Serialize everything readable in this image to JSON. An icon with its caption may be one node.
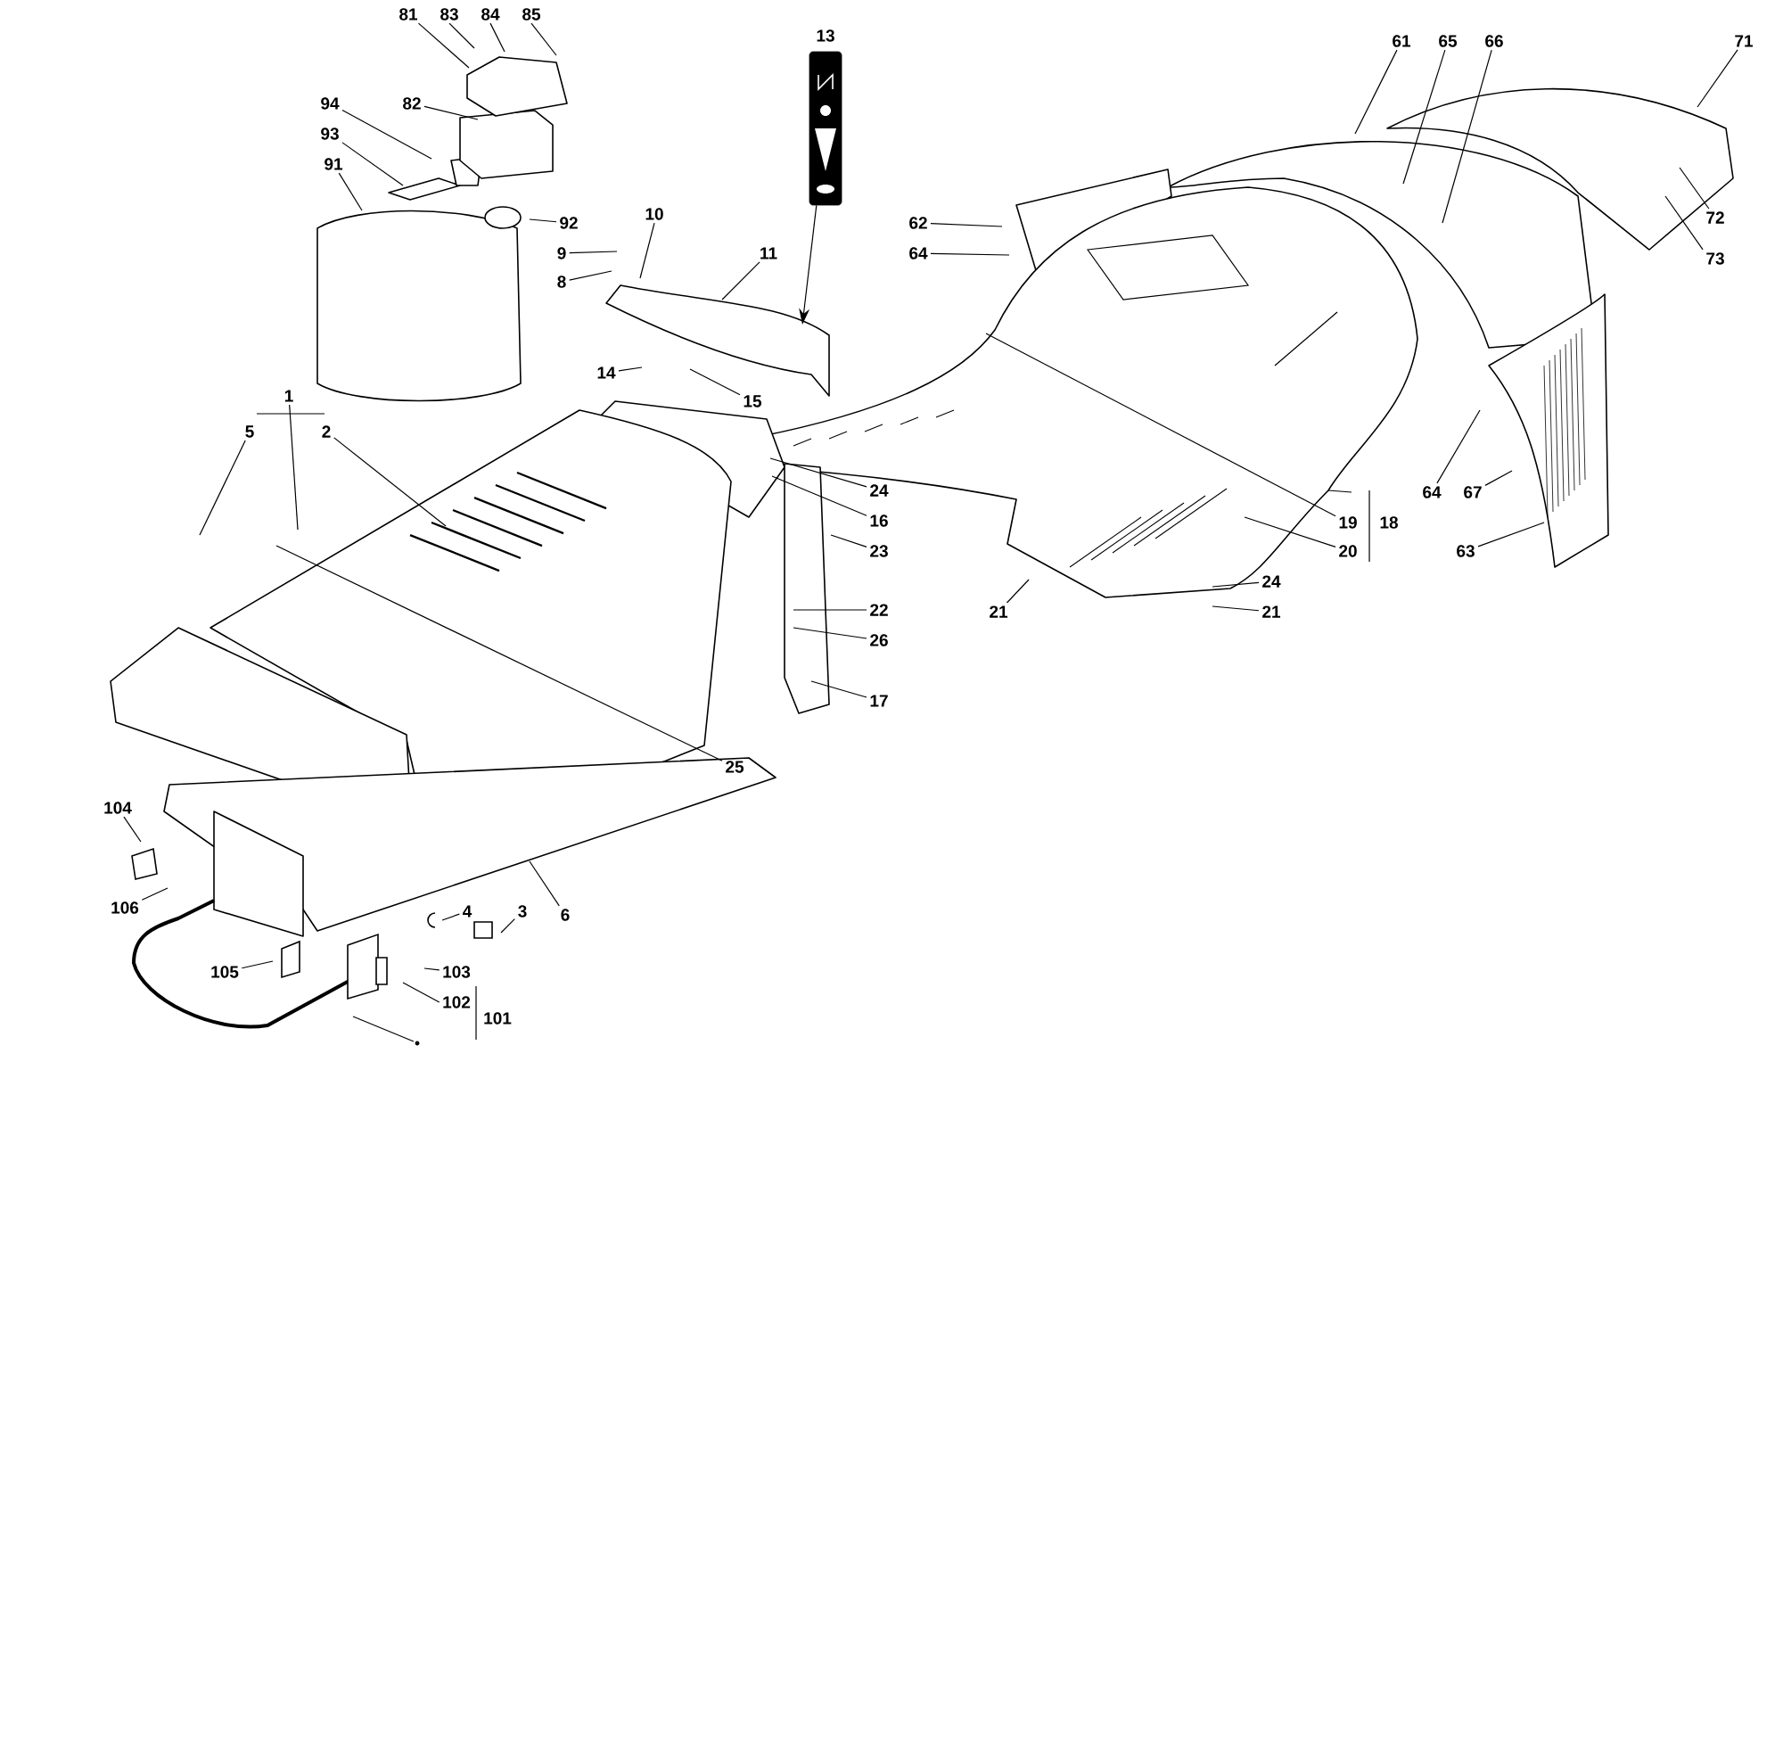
{
  "diagram": {
    "nodes": [
      {
        "text": [
          "81"
        ]
      },
      {
        "text": [
          "83"
        ]
      },
      {
        "text": [
          "84"
        ]
      },
      {
        "text": [
          "85"
        ]
      },
      {
        "text": [
          "82"
        ]
      },
      {
        "text": [
          "94"
        ]
      },
      {
        "text": [
          "93"
        ]
      },
      {
        "text": [
          "91"
        ]
      },
      {
        "text": [
          "92"
        ]
      },
      {
        "text": [
          "9"
        ]
      },
      {
        "text": [
          "10"
        ]
      },
      {
        "text": [
          "8"
        ]
      },
      {
        "text": [
          "11"
        ]
      },
      {
        "text": [],
        "shape": "picture",
        "beside": [
          "13"
        ]
      },
      {
        "text": [
          "62"
        ]
      },
      {
        "text": [
          "64"
        ]
      },
      {
        "text": [
          "61"
        ]
      },
      {
        "text": [
          "65"
        ]
      },
      {
        "text": [
          "66"
        ]
      },
      {
        "text": [
          "71"
        ]
      },
      {
        "text": [
          "72"
        ]
      },
      {
        "text": [
          "73"
        ]
      },
      {
        "text": [
          "14"
        ]
      },
      {
        "text": [
          "15"
        ]
      },
      {
        "text": [
          "1"
        ]
      },
      {
        "text": [
          "5"
        ]
      },
      {
        "text": [
          "2"
        ]
      },
      {
        "text": [
          "24"
        ]
      },
      {
        "text": [
          "16"
        ]
      },
      {
        "text": [
          "23"
        ]
      },
      {
        "text": [
          "64"
        ]
      },
      {
        "text": [
          "67"
        ]
      },
      {
        "text": [
          "19"
        ]
      },
      {
        "text": [
          "20"
        ]
      },
      {
        "text": [
          "63"
        ]
      },
      {
        "text": [
          "21"
        ]
      },
      {
        "text": [
          "24"
        ]
      },
      {
        "text": [
          "21"
        ]
      },
      {
        "text": [
          "22"
        ]
      },
      {
        "text": [
          "26"
        ]
      },
      {
        "text": [
          "17"
        ]
      },
      {
        "text": [
          "25"
        ]
      },
      {
        "text": [
          "104"
        ]
      },
      {
        "text": [
          "106"
        ]
      },
      {
        "text": [
          "4"
        ]
      },
      {
        "text": [
          "3"
        ]
      },
      {
        "text": [
          "6"
        ]
      },
      {
        "text": [
          "105"
        ]
      },
      {
        "text": [
          "103"
        ]
      },
      {
        "text": [
          "102"
        ]
      }
    ],
    "edges": [
      {
        "from": 0,
        "to": null,
        "arrow": "none"
      },
      {
        "from": 1,
        "to": null,
        "arrow": "none"
      },
      {
        "from": 2,
        "to": null,
        "arrow": "none"
      },
      {
        "from": 3,
        "to": null,
        "arrow": "none"
      },
      {
        "from": 4,
        "to": null,
        "arrow": "none"
      },
      {
        "from": 5,
        "to": null,
        "arrow": "none"
      },
      {
        "from": 6,
        "to": null,
        "arrow": "none"
      },
      {
        "from": 7,
        "to": null,
        "arrow": "none"
      },
      {
        "from": 8,
        "to": null,
        "arrow": "none"
      },
      {
        "from": 9,
        "to": null,
        "arrow": "none"
      },
      {
        "from": 10,
        "to": null,
        "arrow": "none"
      },
      {
        "from": 11,
        "to": null,
        "arrow": "none"
      },
      {
        "from": 12,
        "to": null,
        "arrow": "none"
      },
      {
        "from": 13,
        "to": null,
        "arrow": "to"
      },
      {
        "from": 14,
        "to": null,
        "arrow": "none"
      },
      {
        "from": 15,
        "to": null,
        "arrow": "none"
      },
      {
        "from": 16,
        "to": null,
        "arrow": "none"
      },
      {
        "from": 17,
        "to": null,
        "arrow": "none"
      },
      {
        "from": 18,
        "to": null,
        "arrow": "none"
      },
      {
        "from": 19,
        "to": null,
        "arrow": "none"
      },
      {
        "from": 20,
        "to": null,
        "arrow": "none"
      },
      {
        "from": 21,
        "to": null,
        "arrow": "none"
      },
      {
        "from": 22,
        "to": null,
        "arrow": "none"
      },
      {
        "from": 23,
        "to": null,
        "arrow": "none"
      },
      {
        "from": 24,
        "to": null,
        "arrow": "none"
      },
      {
        "from": 25,
        "to": null,
        "arrow": "none"
      },
      {
        "from": 26,
        "to": null,
        "arrow": "none"
      },
      {
        "from": 27,
        "to": null,
        "arrow": "none"
      },
      {
        "from": 28,
        "to": null,
        "arrow": "none"
      },
      {
        "from": 29,
        "to": null,
        "arrow": "none"
      },
      {
        "from": 30,
        "to": null,
        "arrow": "none"
      },
      {
        "from": 31,
        "to": null,
        "arrow": "none"
      },
      {
        "from": 32,
        "to": null,
        "arrow": "none"
      },
      {
        "from": 33,
        "to": null,
        "arrow": "none"
      },
      {
        "from": 34,
        "to": null,
        "arrow": "none"
      },
      {
        "from": 35,
        "to": null,
        "arrow": "none"
      },
      {
        "from": 36,
        "to": null,
        "arrow": "none"
      },
      {
        "from": 37,
        "to": null,
        "arrow": "none"
      },
      {
        "from": 38,
        "to": null,
        "arrow": "none"
      },
      {
        "from": 39,
        "to": null,
        "arrow": "none"
      },
      {
        "from": 40,
        "to": null,
        "arrow": "none"
      },
      {
        "from": 41,
        "to": null,
        "arrow": "none"
      },
      {
        "from": 42,
        "to": null,
        "arrow": "none"
      },
      {
        "from": 43,
        "to": null,
        "arrow": "none"
      },
      {
        "from": 44,
        "to": null,
        "arrow": "none"
      },
      {
        "from": 45,
        "to": null,
        "arrow": "none"
      },
      {
        "from": 46,
        "to": null,
        "arrow": "none"
      },
      {
        "from": 47,
        "to": null,
        "arrow": "none"
      },
      {
        "from": 48,
        "to": null,
        "arrow": "none"
      },
      {
        "from": 49,
        "to": null,
        "arrow": "none"
      }
    ],
    "labels": [
      "18",
      "101"
    ]
  }
}
